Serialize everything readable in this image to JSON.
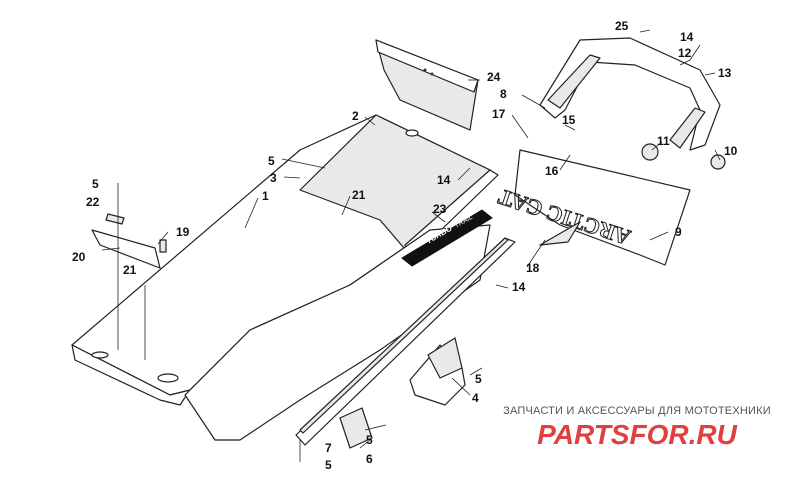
{
  "callouts": {
    "c1": "1",
    "c2": "2",
    "c3": "3",
    "c4": "4",
    "c5a": "5",
    "c5b": "5",
    "c5c": "5",
    "c5d": "5",
    "c5e": "5",
    "c6": "6",
    "c7": "7",
    "c8": "8",
    "c9": "9",
    "c10": "10",
    "c11": "11",
    "c12": "12",
    "c13": "13",
    "c14a": "14",
    "c14b": "14",
    "c14c": "14",
    "c15": "15",
    "c16": "16",
    "c17": "17",
    "c18": "18",
    "c19": "19",
    "c20": "20",
    "c21a": "21",
    "c21b": "21",
    "c22": "22",
    "c23": "23",
    "c24": "24",
    "c25": "25"
  },
  "decal_text": "TURBO",
  "decal_text_2": "TRAIL",
  "flap_text": "ARCTIC CAT",
  "watermark": {
    "tagline": "ЗАПЧАСТИ И АКСЕССУАРЫ ДЛЯ МОТОТЕХНИКИ",
    "logo_text": "PARTSFOR.RU",
    "logo_color": "#e04040"
  }
}
